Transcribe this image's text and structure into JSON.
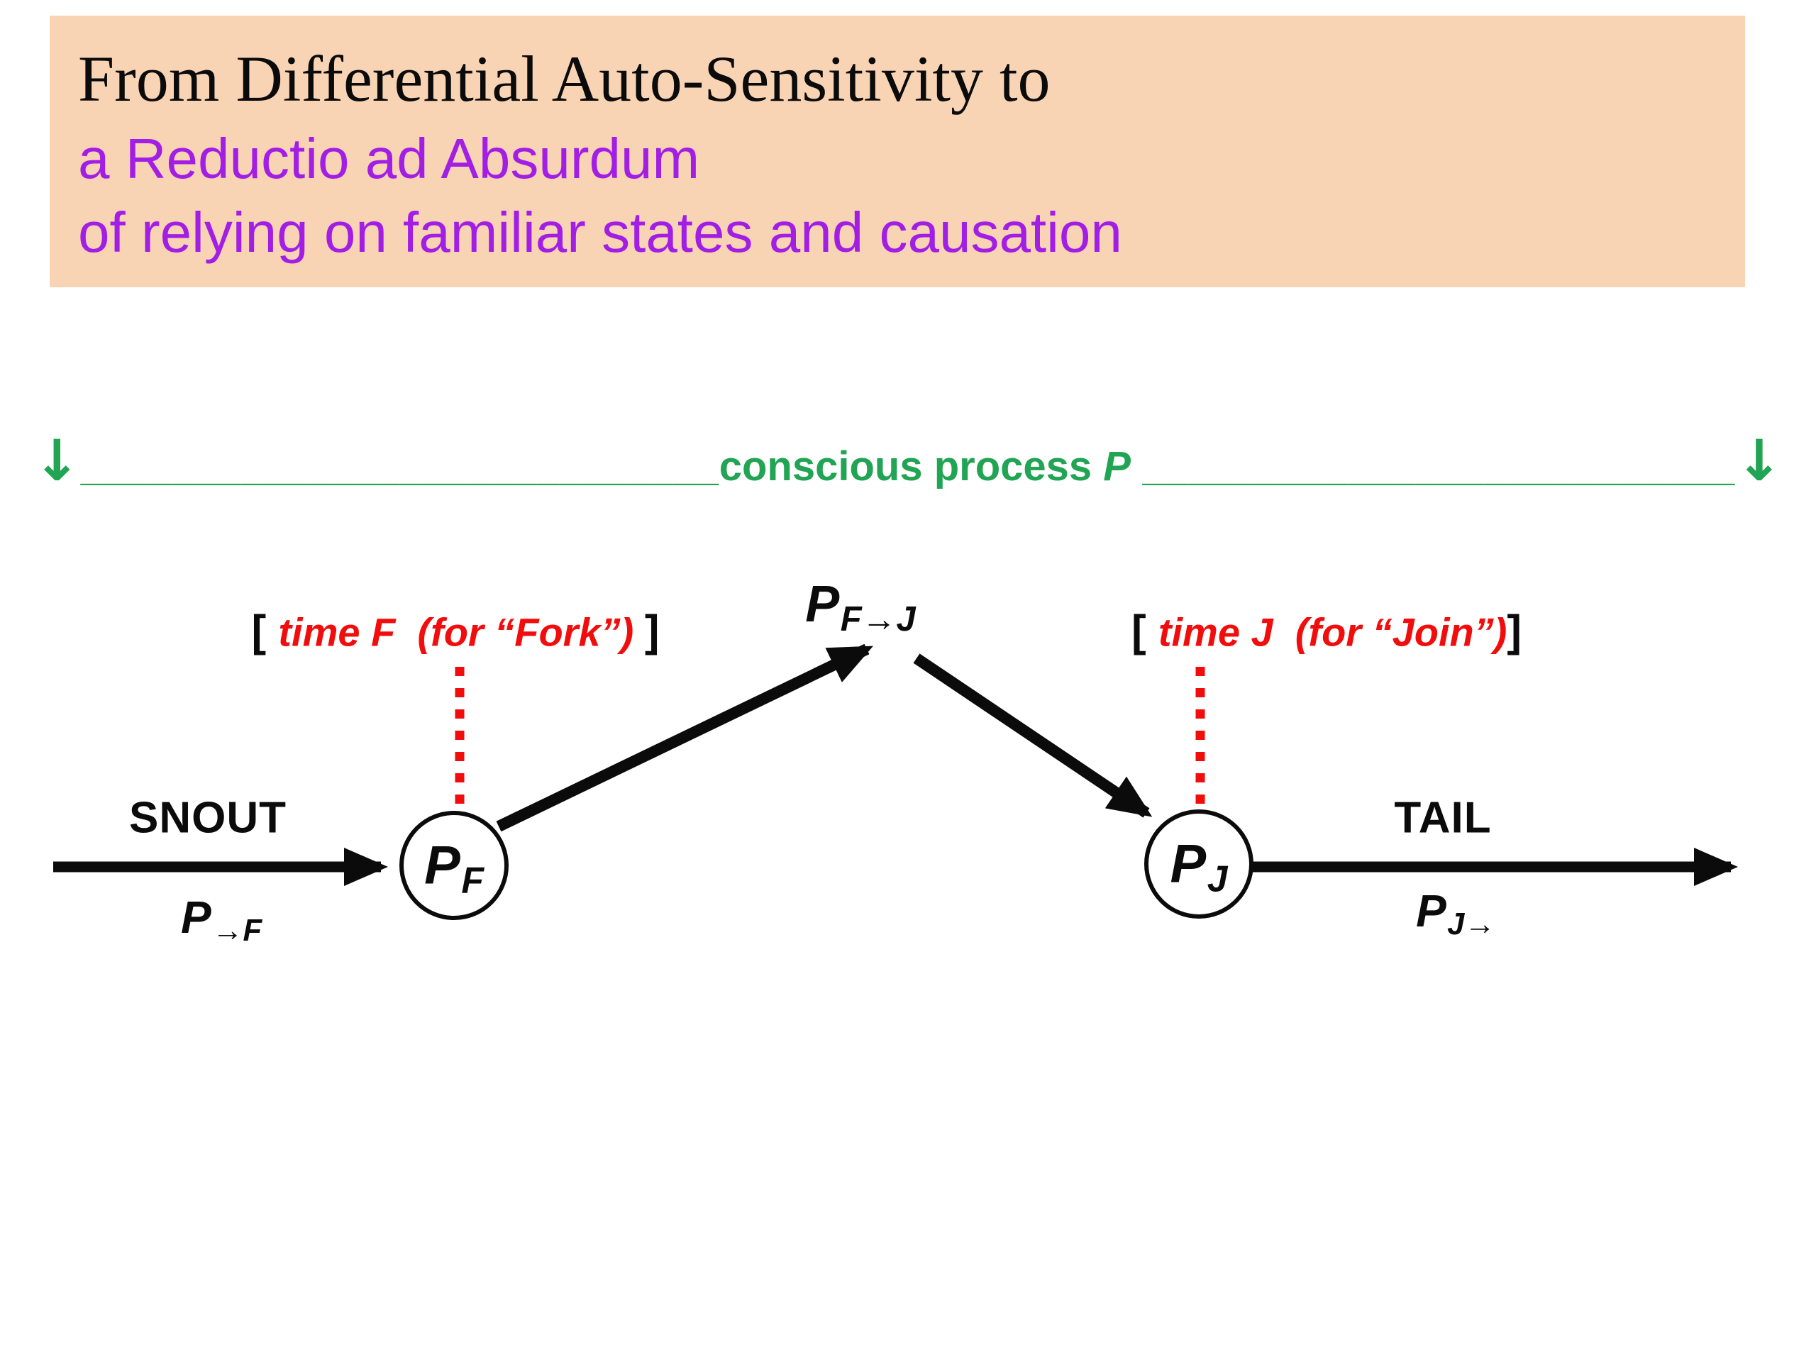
{
  "colors": {
    "peach": "#F9D4B4",
    "purple": "#A21EE4",
    "green": "#21A453",
    "red": "#F20D0D",
    "ink": "#0b0b0b"
  },
  "title": {
    "line1": "From Differential Auto-Sensitivity to",
    "line2": "a Reductio ad Absurdum",
    "line3": "of relying on familiar states and causation"
  },
  "process_line": {
    "arrow": "↓",
    "left_underscores": "____________________________",
    "label": "conscious process ",
    "label_var": "P",
    "right_underscores": " __________________________"
  },
  "diagram": {
    "time_f": {
      "open": "[ ",
      "text": "time F  (for “Fork”) ",
      "close": "]"
    },
    "time_j": {
      "open": "[ ",
      "text": "time J  (for “Join”)",
      "close": "]"
    },
    "pfj": {
      "base": "P",
      "sub": "F→J"
    },
    "snout": "SNOUT",
    "p_to_f": {
      "base": "P",
      "sub": "→F"
    },
    "p_f": {
      "base": "P",
      "sub": "F"
    },
    "p_j": {
      "base": "P",
      "sub": "J"
    },
    "tail": "TAIL",
    "p_j_to": {
      "base": "P",
      "sub": "J→"
    }
  }
}
